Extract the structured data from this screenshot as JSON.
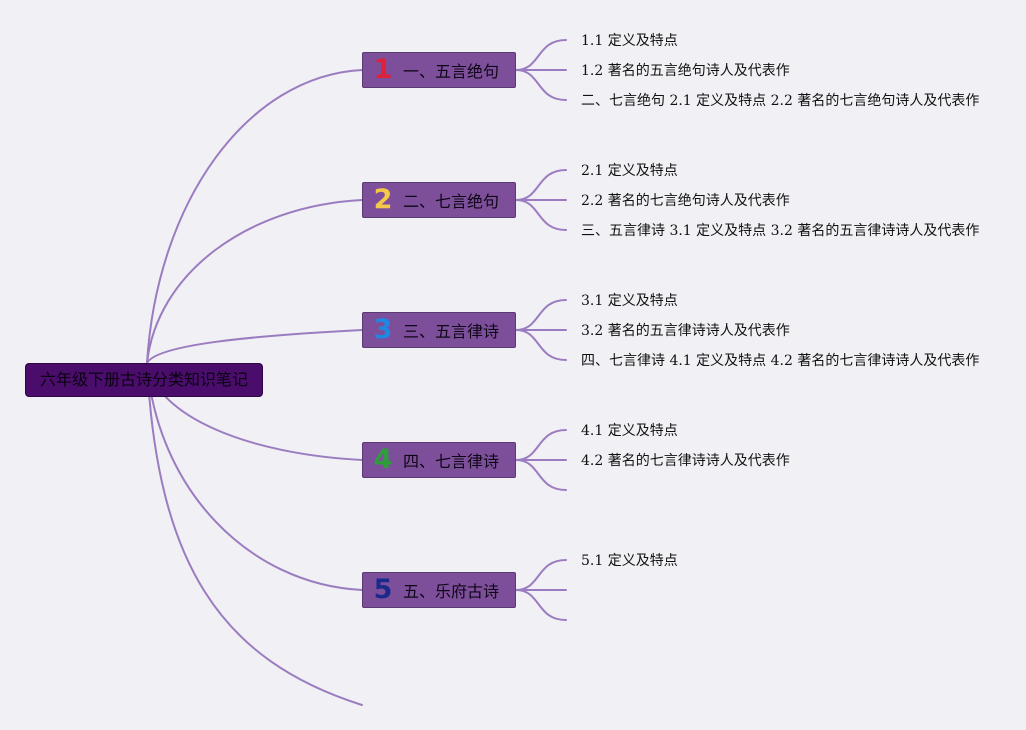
{
  "root": {
    "title": "六年级下册古诗分类知识笔记"
  },
  "colors": {
    "line": "#9b7cc0",
    "root_bg": "#4a0d6b",
    "topic_bg": "#7d4f9a"
  },
  "topics": [
    {
      "number": "1",
      "number_color": "#e0213a",
      "title": "一、五言绝句",
      "leaves": [
        "1.1 定义及特点",
        "1.2 著名的五言绝句诗人及代表作",
        "二、七言绝句 2.1 定义及特点 2.2 著名的七言绝句诗人及代表作"
      ]
    },
    {
      "number": "2",
      "number_color": "#f5c84a",
      "title": "二、七言绝句",
      "leaves": [
        "2.1 定义及特点",
        "2.2 著名的七言绝句诗人及代表作",
        "三、五言律诗 3.1 定义及特点 3.2 著名的五言律诗诗人及代表作"
      ]
    },
    {
      "number": "3",
      "number_color": "#1e88e5",
      "title": "三、五言律诗",
      "leaves": [
        "3.1 定义及特点",
        "3.2 著名的五言律诗诗人及代表作",
        "四、七言律诗 4.1 定义及特点 4.2 著名的七言律诗诗人及代表作"
      ]
    },
    {
      "number": "4",
      "number_color": "#2e9e3a",
      "title": "四、七言律诗",
      "leaves": [
        "4.1 定义及特点",
        "4.2 著名的七言律诗诗人及代表作",
        ""
      ]
    },
    {
      "number": "5",
      "number_color": "#1a2a8a",
      "title": "五、乐府古诗",
      "leaves": [
        "5.1 定义及特点",
        "",
        ""
      ]
    }
  ]
}
